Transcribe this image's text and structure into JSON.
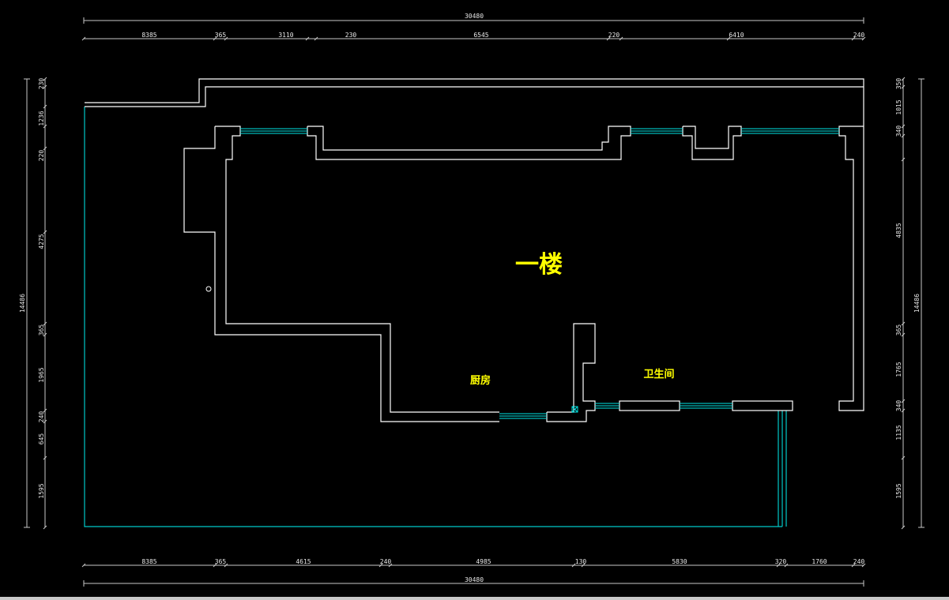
{
  "colors": {
    "wall": "#ffffff",
    "window": "#00e5e5",
    "boundary": "#00c8c8",
    "dimension": "#c8c8c8",
    "label": "#ffff00",
    "background": "#000000"
  },
  "labels": {
    "floor": "一楼",
    "kitchen": "厨房",
    "bathroom": "卫生间"
  },
  "dimensions": {
    "top_total": "30480",
    "top": [
      "8385",
      "365",
      "3110",
      "230",
      "6545",
      "220",
      "6410",
      "240"
    ],
    "bottom_total": "30480",
    "bottom": [
      "8385",
      "365",
      "4615",
      "240",
      "4985",
      "130",
      "5830",
      "320",
      "1760",
      "240"
    ],
    "left_total": "14486",
    "left": [
      "230",
      "1236",
      "220",
      "4275",
      "365",
      "1965",
      "240",
      "645",
      "1595"
    ],
    "right_total": "14486",
    "right": [
      "350",
      "1015",
      "340",
      "4835",
      "365",
      "1765",
      "340",
      "1135",
      "1595"
    ]
  }
}
